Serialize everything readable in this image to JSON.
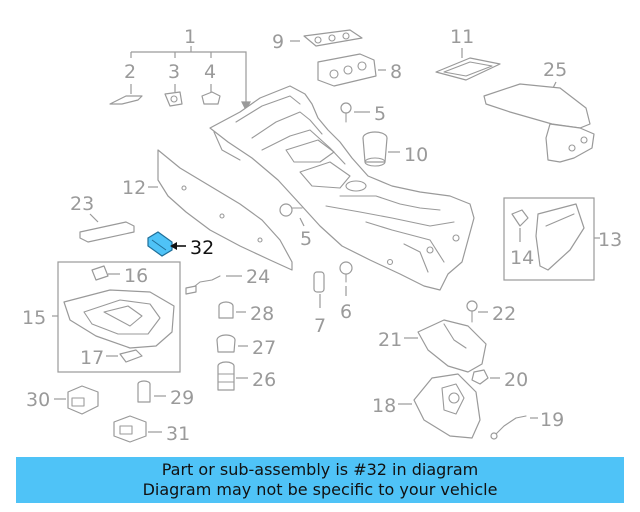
{
  "callouts": {
    "c1": "1",
    "c2": "2",
    "c3": "3",
    "c4": "4",
    "c5a": "5",
    "c5b": "5",
    "c6": "6",
    "c7": "7",
    "c8": "8",
    "c9": "9",
    "c10": "10",
    "c11": "11",
    "c12": "12",
    "c13": "13",
    "c14": "14",
    "c15": "15",
    "c16": "16",
    "c17": "17",
    "c19": "19",
    "c20": "20",
    "c21": "21",
    "c22": "22",
    "c23": "23",
    "c24": "24",
    "c25": "25",
    "c26": "26",
    "c27": "27",
    "c28": "28",
    "c29": "29",
    "c30": "30",
    "c31": "31",
    "c32": "32",
    "c18": "18"
  },
  "highlight": {
    "part_number": "32",
    "color": "#4fc3f7"
  },
  "banner": {
    "line1": "Part or sub-assembly is #32 in diagram",
    "line2": "Diagram may not be specific to your vehicle",
    "background": "#4fc3f7"
  }
}
